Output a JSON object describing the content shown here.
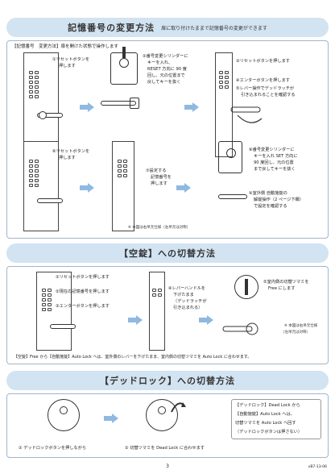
{
  "sec1": {
    "title": "記憶番号の変更方法",
    "subtitle": "扉に取り付けたままで記憶番号の変更ができます",
    "label": "【記憶番号　変更方法】扉を開けた状態で操作します",
    "s1": "①リセットボタンを",
    "s1b": "押します",
    "s2a": "②番号変更シリンダーに",
    "s2b": "キーを入れ、",
    "s2c": "RESET 方向に 90 度",
    "s2d": "回し、元の位置まで",
    "s2e": "戻してキーを抜く",
    "s3": "③リセットボタンを押します",
    "s4": "④エンターボタンを押します",
    "s5a": "⑤レバー操作でデッドラッチが",
    "s5b": "引き込まれることを確認する",
    "s6a": "⑥リセットボタンを",
    "s6b": "押します",
    "s7a": "⑦設定する",
    "s7b": "記憶番号を",
    "s7c": "押します",
    "s8a": "⑧番号変更シリンダーに",
    "s8b": "キーを入れ SET 方向に",
    "s8c": "90 度回し、元の位置",
    "s8d": "まで戻してキーを抜く",
    "s9a": "⑨室外側 自動施錠の",
    "s9b": "解錠操作（2 ページ下欄）",
    "s9c": "で設定を確認する",
    "note": "※ 本図は右吊元仕様（左吊元は対称）"
  },
  "sec2": {
    "title": "【空錠】への切替方法",
    "s1": "①リセットボタンを押します",
    "s2": "②現在の記憶番号を押します",
    "s3": "③エンターボタンを押します",
    "s4a": "④レバーハンドルを",
    "s4b": "下げたまま",
    "s4c": "（デッドラッチが",
    "s4d": "引き込まれる）",
    "s5a": "⑤室内側の切替ツマミを",
    "s5b": "Free にします",
    "note1": "※ 本図は右吊元仕様",
    "note2": "（左吊元は対称）",
    "footer": "【空錠】Free から【自動施錠】Auto Lock へは、室外側のレバーを下げたまま、室内側の切替ツマミを Auto Lock に合わせます。"
  },
  "sec3": {
    "title": "【デッドロック】への切替方法",
    "s1": "① デッドロックボタンを押しながら",
    "s2": "② 切替ツマミを Dead Lock に合わせます",
    "r1": "【デッドロック】Dead Lock から",
    "r2": "【自動施錠】Auto Lock へは、",
    "r3": "切替ツマミを Auto Lock へ回す",
    "r4": "（デッドロックボタンは押さない）"
  },
  "page": "3",
  "code": "vB7-13-06"
}
